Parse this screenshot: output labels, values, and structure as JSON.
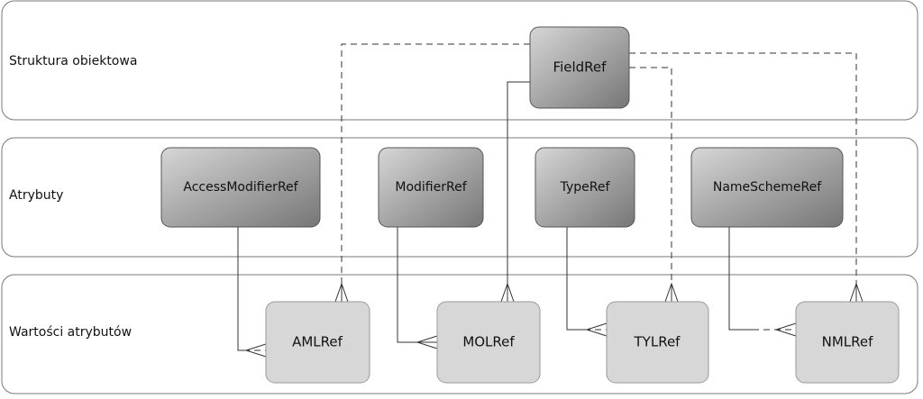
{
  "lanes": {
    "object_structure": "Struktura obiektowa",
    "attributes": "Atrybuty",
    "attribute_values": "Wartości atrybutów"
  },
  "nodes": {
    "field_ref": "FieldRef",
    "access_modifier_ref": "AccessModifierRef",
    "modifier_ref": "ModifierRef",
    "type_ref": "TypeRef",
    "name_scheme_ref": "NameSchemeRef",
    "aml_ref": "AMLRef",
    "mol_ref": "MOLRef",
    "tyl_ref": "TYLRef",
    "nml_ref": "NMLRef"
  },
  "colors": {
    "dark_node_top": "#d2d2d2",
    "dark_node_bottom": "#7c7c7c",
    "light_node": "#d7d7d7",
    "lane_border": "#7a7a7a"
  }
}
